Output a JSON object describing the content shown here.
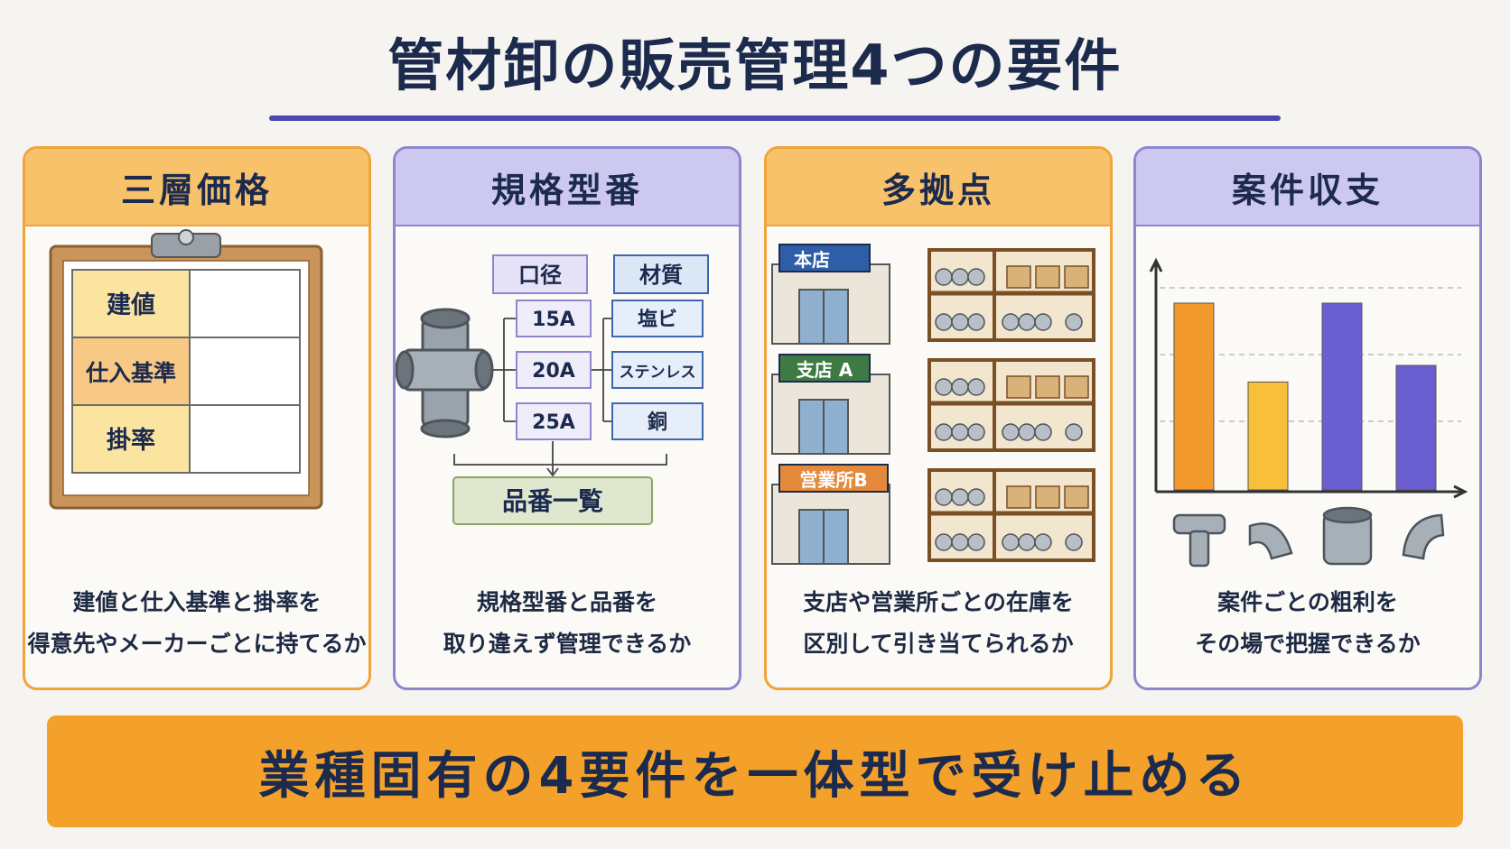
{
  "title": "管材卸の販売管理4つの要件",
  "cards": [
    {
      "heading": "三層価格",
      "table_rows": [
        "建値",
        "仕入基準",
        "掛率"
      ],
      "desc_lines": [
        "建値と仕入基準と掛率を",
        "得意先やメーカーごとに持てるか"
      ]
    },
    {
      "heading": "規格型番",
      "col_headers": [
        "口径",
        "材質"
      ],
      "sizes": [
        "15A",
        "20A",
        "25A"
      ],
      "materials": [
        "塩ビ",
        "ステンレス",
        "銅"
      ],
      "result": "品番一覧",
      "desc_lines": [
        "規格型番と品番を",
        "取り違えず管理できるか"
      ]
    },
    {
      "heading": "多拠点",
      "locations": [
        "本店",
        "支店 A",
        "営業所B"
      ],
      "desc_lines": [
        "支店や営業所ごとの在庫を",
        "区別して引き当てられるか"
      ]
    },
    {
      "heading": "案件収支",
      "desc_lines": [
        "案件ごとの粗利を",
        "その場で把握できるか"
      ]
    }
  ],
  "bar_values": [
    0.9,
    0.52,
    0.9,
    0.6
  ],
  "bar_colors": [
    "#f39a2e",
    "#f7bf3a",
    "#6a5ed0",
    "#6a5ed0"
  ],
  "banner": "業種固有の4要件を一体型で受け止める"
}
